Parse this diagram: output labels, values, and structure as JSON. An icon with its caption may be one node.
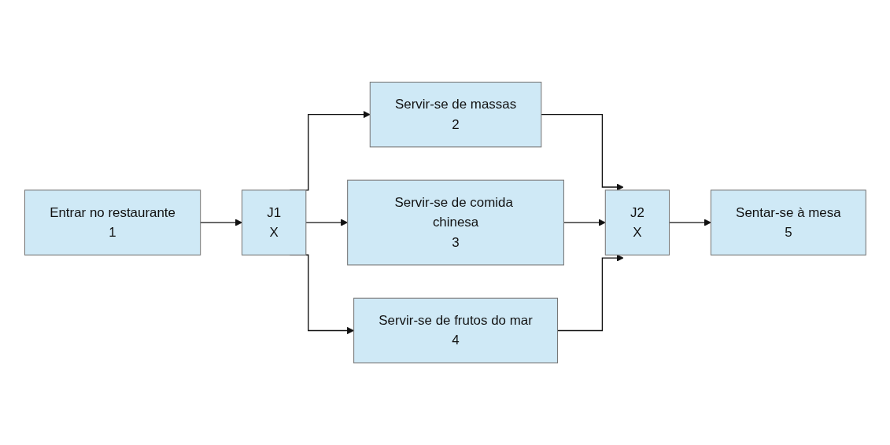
{
  "diagram": {
    "nodes": [
      {
        "text": [
          "Entrar no restaurante",
          "1"
        ]
      },
      {
        "text": [
          "J1",
          "X"
        ]
      },
      {
        "text": [
          "Servir-se de massas",
          "2"
        ]
      },
      {
        "text": [
          "Servir-se de comida chinesa",
          "3"
        ]
      },
      {
        "text": [
          "Servir-se de frutos do mar",
          "4"
        ]
      },
      {
        "text": [
          "J2",
          "X"
        ]
      },
      {
        "text": [
          "Sentar-se à mesa",
          "5"
        ]
      }
    ],
    "edges": [
      {
        "from": 0,
        "to": 1,
        "arrow": "to"
      },
      {
        "from": 1,
        "to": 2,
        "arrow": "to"
      },
      {
        "from": 1,
        "to": 3,
        "arrow": "to"
      },
      {
        "from": 1,
        "to": 4,
        "arrow": "to"
      },
      {
        "from": 2,
        "to": 5,
        "arrow": "to"
      },
      {
        "from": 3,
        "to": 5,
        "arrow": "to"
      },
      {
        "from": 4,
        "to": 5,
        "arrow": "to"
      },
      {
        "from": 5,
        "to": 6,
        "arrow": "to"
      }
    ]
  }
}
